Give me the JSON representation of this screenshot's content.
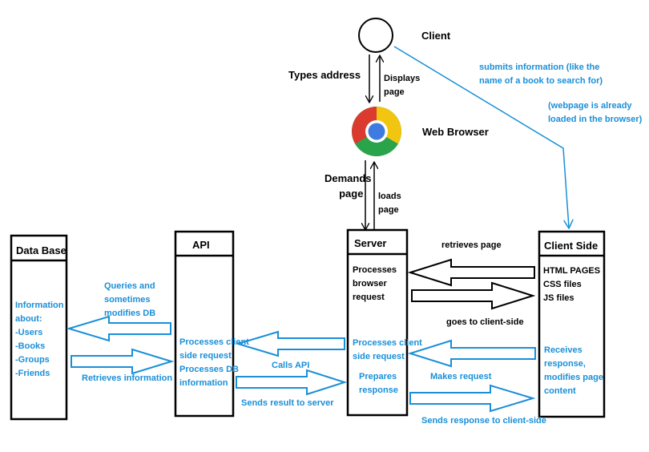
{
  "colors": {
    "black": "#000000",
    "blue": "#1a8fd8",
    "arrow_fill": "#ffffff"
  },
  "nodes": {
    "client": {
      "label": "Client",
      "icon": "circle-icon"
    },
    "web_browser": {
      "label": "Web Browser",
      "icon": "chrome-icon"
    },
    "database": {
      "title": "Data Base",
      "info_lines": [
        "Information",
        "about:",
        "-Users",
        "-Books",
        "-Groups",
        "-Friends"
      ]
    },
    "api": {
      "title": "API",
      "lines": [
        "Processes client",
        "side request",
        "Processes  DB",
        "information"
      ]
    },
    "server": {
      "title": "Server",
      "top_lines": [
        "Processes",
        "browser",
        "request"
      ],
      "blue_lines": [
        "Processes client",
        "side request"
      ],
      "prepare_lines": [
        "Prepares",
        "response"
      ]
    },
    "client_side": {
      "title": "Client Side",
      "files": [
        "HTML PAGES",
        "CSS files",
        "JS files"
      ],
      "receive_lines": [
        "Receives",
        "response,",
        "modifies page",
        "content"
      ]
    }
  },
  "edges": {
    "types_address": "Types address",
    "displays_page": [
      "Displays",
      "page"
    ],
    "demands_page": [
      "Demands",
      "page"
    ],
    "loads_page": [
      "loads",
      "page"
    ],
    "submits_info": [
      "submits information (like the",
      "name of a book to search for)"
    ],
    "already_loaded": [
      "(webpage is already",
      "loaded in the browser)"
    ],
    "retrieves_page": "retrieves page",
    "goes_to_client": "goes to client-side",
    "makes_request": "Makes request",
    "sends_response": "Sends response to client-side",
    "calls_api": "Calls API",
    "sends_result": "Sends result to server",
    "queries_db": [
      "Queries and",
      "sometimes",
      "modifies DB"
    ],
    "retrieves_info": "Retrieves information"
  }
}
